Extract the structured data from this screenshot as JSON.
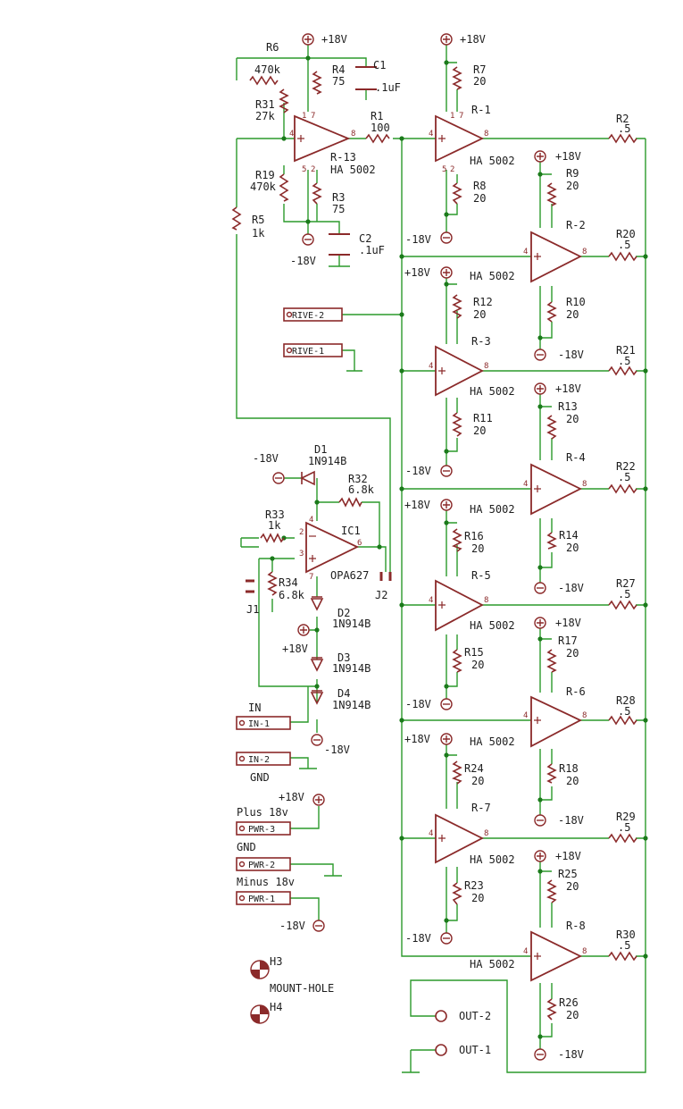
{
  "labels": {
    "p18": "+18V",
    "m18": "-18V",
    "R6": "R6",
    "v470k": "470k",
    "R31": "R31",
    "v27k": "27k",
    "R4": "R4",
    "R3": "R3",
    "v75": "75",
    "C1": "C1",
    "C2": "C2",
    "v1uF": ".1uF",
    "R1": "R1",
    "v100": "100",
    "R13": "R-13",
    "HA": "HA 5002",
    "R19": "R19",
    "R5": "R5",
    "v1k": "1k",
    "R7": "R7",
    "R8": "R8",
    "R9": "R9",
    "R10": "R10",
    "R11": "R11",
    "R12": "R12",
    "R13b": "R13",
    "R14": "R14",
    "R15": "R15",
    "R16": "R16",
    "R17": "R17",
    "R18": "R18",
    "R23": "R23",
    "R24": "R24",
    "R25": "R25",
    "R26": "R26",
    "v20": "20",
    "R2": "R2",
    "R20": "R20",
    "R21": "R21",
    "R22": "R22",
    "R27": "R27",
    "R28": "R28",
    "R29": "R29",
    "R30": "R30",
    "v05": ".5",
    "Rm1": "R-1",
    "Rm2": "R-2",
    "Rm3": "R-3",
    "Rm4": "R-4",
    "Rm5": "R-5",
    "Rm6": "R-6",
    "Rm7": "R-7",
    "Rm8": "R-8",
    "D1": "D1",
    "D2": "D2",
    "D3": "D3",
    "D4": "D4",
    "N914": "1N914B",
    "R32": "R32",
    "R33": "R33",
    "R34": "R34",
    "v68k": "6.8k",
    "IC1": "IC1",
    "OPA": "OPA627",
    "J1": "J1",
    "J2": "J2",
    "IN": "IN",
    "GND": "GND",
    "Plus": "Plus 18v",
    "Minus": "Minus 18v",
    "H3": "H3",
    "H4": "H4",
    "MH": "MOUNT-HOLE",
    "OUT1": "OUT-1",
    "OUT2": "OUT-2",
    "DRIVE2": "RIVE-2",
    "DRIVE1": "RIVE-1",
    "IN1": "IN-1",
    "IN2": "IN-2",
    "PWR1": "PWR-1",
    "PWR2": "PWR-2",
    "PWR3": "PWR-3"
  },
  "colors": {
    "wire": "#2c9a2c",
    "component": "#8b2a2a",
    "text": "#1e1e1e",
    "background": "#ffffff"
  }
}
